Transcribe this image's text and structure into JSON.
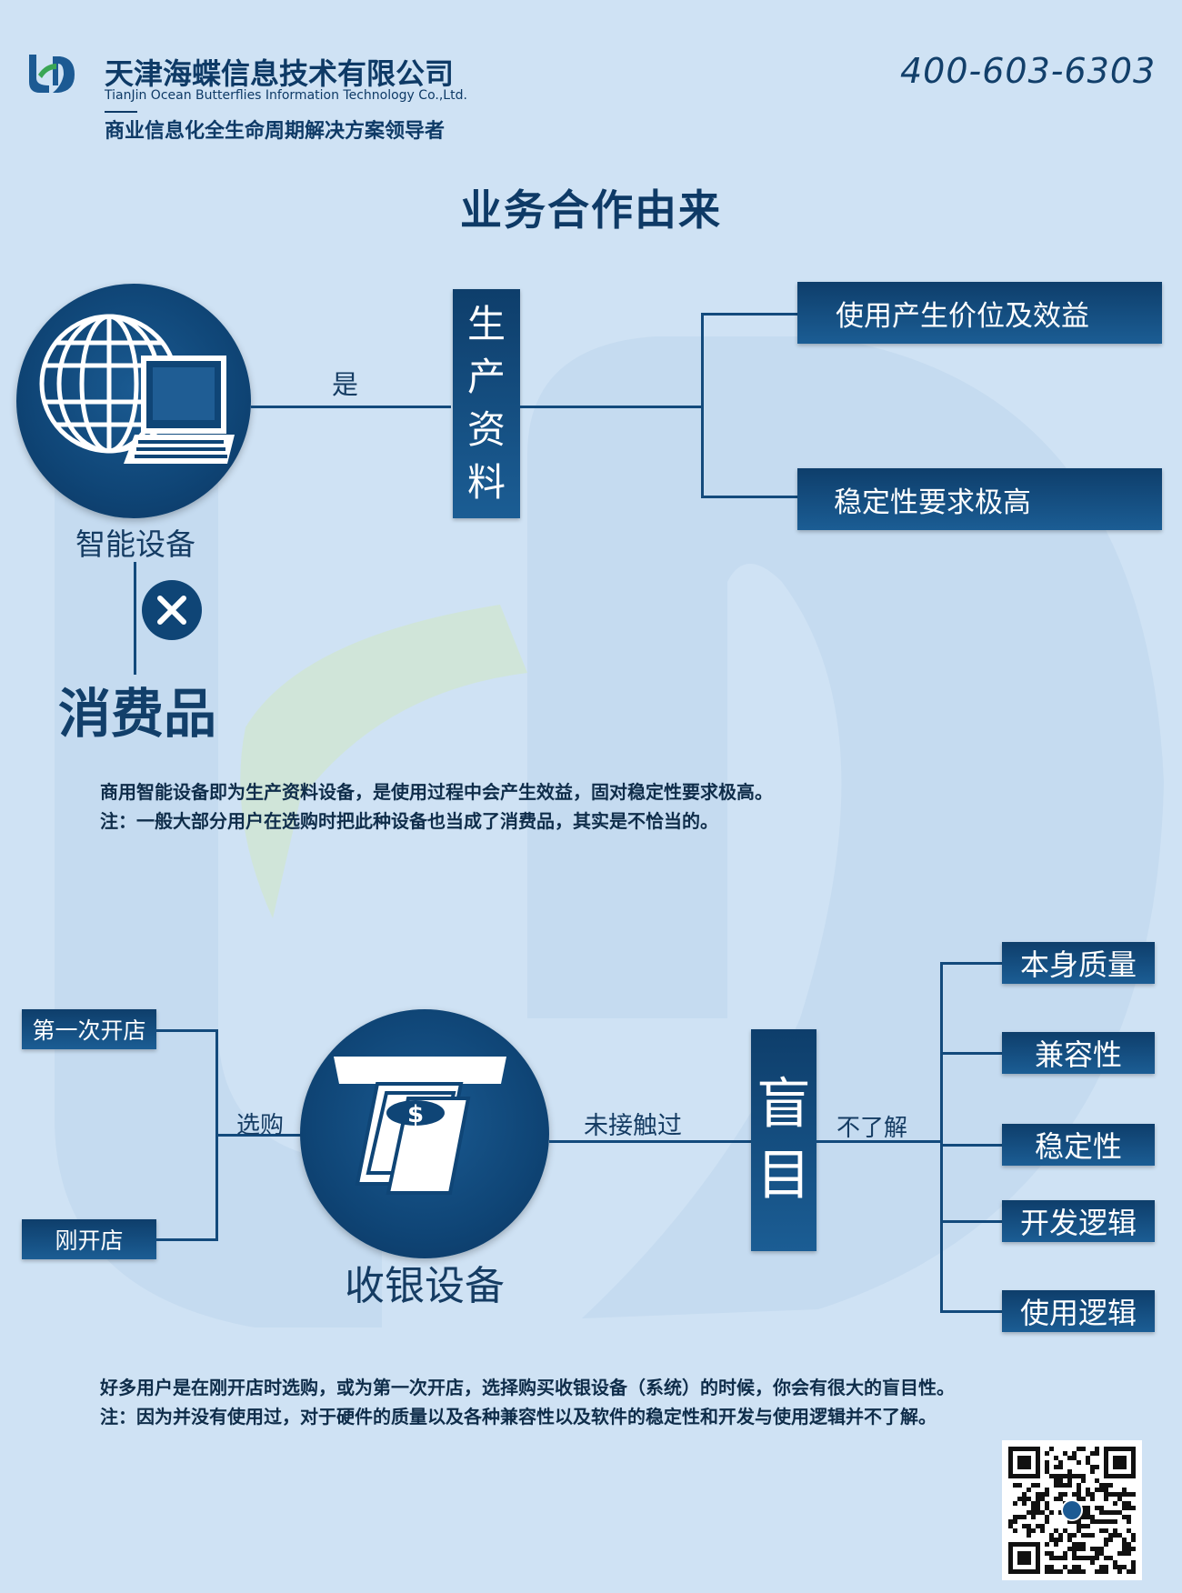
{
  "header": {
    "company_cn": "天津海蝶信息技术有限公司",
    "company_en": "TianJin Ocean Butterflies Information Technology Co.,Ltd.",
    "slogan": "商业信息化全生命周期解决方案领导者",
    "phone": "400-603-6303"
  },
  "title": "业务合作由来",
  "section1": {
    "device_label": "智能设备",
    "relation": "是",
    "vertical_box": [
      "生",
      "产",
      "资",
      "料"
    ],
    "outcomes": [
      "使用产生价位及效益",
      "稳定性要求极高"
    ],
    "not_label": "消费品",
    "note_lines": [
      "商用智能设备即为生产资料设备，是使用过程中会产生效益，固对稳定性要求极高。",
      "注：一般大部分用户在选购时把此种设备也当成了消费品，其实是不恰当的。"
    ]
  },
  "section2": {
    "sources": [
      "第一次开店",
      "刚开店"
    ],
    "buy_label": "选购",
    "device_label": "收银设备",
    "never_label": "未接触过",
    "vertical_box": [
      "盲",
      "目"
    ],
    "unknown_label": "不了解",
    "items": [
      "本身质量",
      "兼容性",
      "稳定性",
      "开发逻辑",
      "使用逻辑"
    ],
    "note_lines": [
      "好多用户是在刚开店时选购，或为第一次开店，选择购买收银设备（系统）的时候，你会有很大的盲目性。",
      "注：因为并没有使用过，对于硬件的质量以及各种兼容性以及软件的稳定性和开发与使用逻辑并不了解。"
    ]
  },
  "colors": {
    "background": "#cfe2f4",
    "primary": "#0f4576",
    "line": "#134a7c",
    "accent_green": "#3aa655"
  }
}
